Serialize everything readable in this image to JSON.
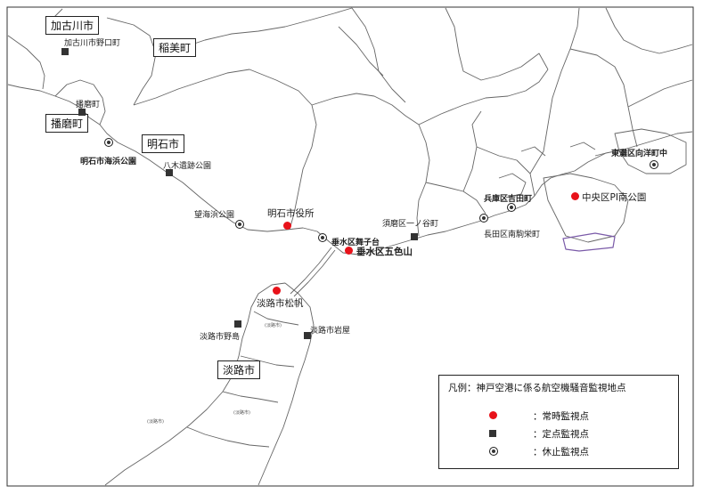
{
  "city_boxes": {
    "kakogawa": "加古川市",
    "inami": "稲美町",
    "harima": "播磨町",
    "akashi": "明石市",
    "awaji": "淡路市"
  },
  "stations": {
    "kakogawa_noguchi": "加古川市野口町",
    "harima_cho": "播磨町",
    "akashi_kaihin": "明石市海浜公園",
    "yagi_iseki": "八木遺跡公園",
    "boukaihama": "望海浜公園",
    "akashi_shiyakusho": "明石市役所",
    "tarumi_maiko": "垂水区舞子台",
    "tarumi_goshiki": "垂水区五色山",
    "suma_ichinotani": "須磨区一ノ谷町",
    "nagata_minamikoma": "長田区南駒栄町",
    "hyogo_yoshida": "兵庫区吉田町",
    "chuo_pi": "中央区PI南公園",
    "higashinada": "東灘区向洋町中",
    "awaji_matsuho": "淡路市松帆",
    "awaji_nojima": "淡路市野島",
    "awaji_iwaya": "淡路市岩屋"
  },
  "tiny_labels": [
    "(淡路市)",
    "(淡路市)",
    "(淡路市)"
  ],
  "legend": {
    "title": "凡例：神戸空港に係る航空機騒音監視地点",
    "items": [
      {
        "label": "：常時監視点",
        "kind": "continuous"
      },
      {
        "label": "：定点監視点",
        "kind": "fixed"
      },
      {
        "label": "：休止監視点",
        "kind": "suspended"
      }
    ]
  },
  "colors": {
    "continuous": "#e8121a",
    "fixed": "#333333",
    "line": "#555555"
  }
}
